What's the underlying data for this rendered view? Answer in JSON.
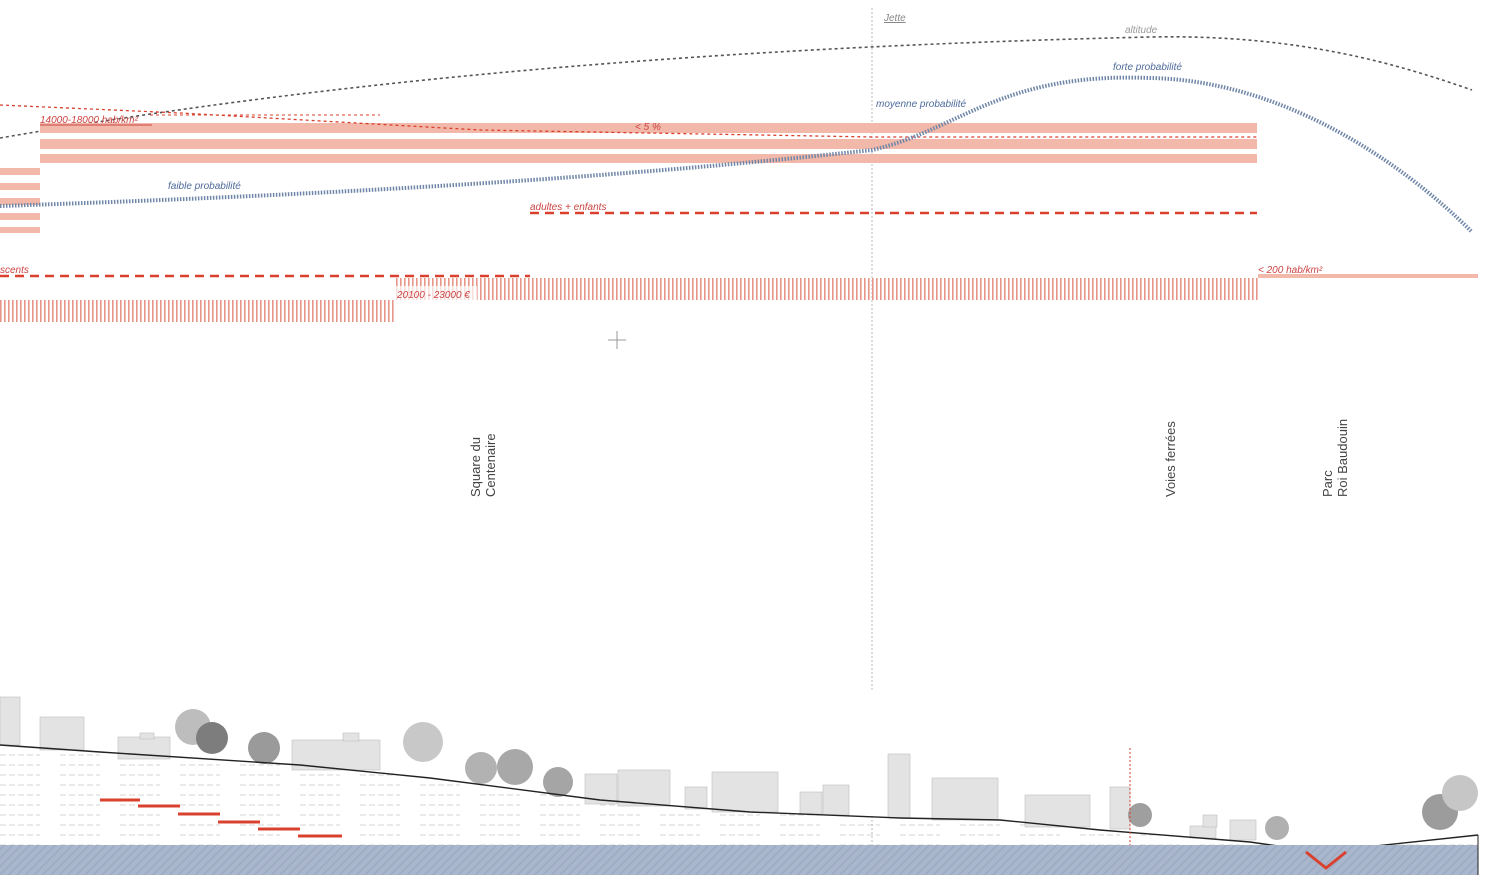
{
  "labels": {
    "jette": "Jette",
    "altitude": "altitude",
    "forte_probabilite": "forte probabilité",
    "moyenne_probabilite": "moyenne probabilité",
    "faible_probabilite": "faible probabilité",
    "density_high": "14000-18000 hab/km²",
    "percent": "< 5 %",
    "adultes_enfants": "adultes + enfants",
    "adolescents_fragment": "scents",
    "income": "20100 - 23000 €",
    "density_low": "< 200 hab/km²"
  },
  "places": {
    "square_line1": "Square du",
    "square_line2": "Centenaire",
    "voies_ferrees": "Voies ferrées",
    "parc_line1": "Parc",
    "parc_line2": "Roi Baudouin"
  },
  "colors": {
    "red": "#d9402e",
    "pink": "#f2b8a9",
    "blue": "#6f86a8",
    "dark_gray": "#666666",
    "ground": "#222222",
    "water": "#a9b6cc"
  }
}
